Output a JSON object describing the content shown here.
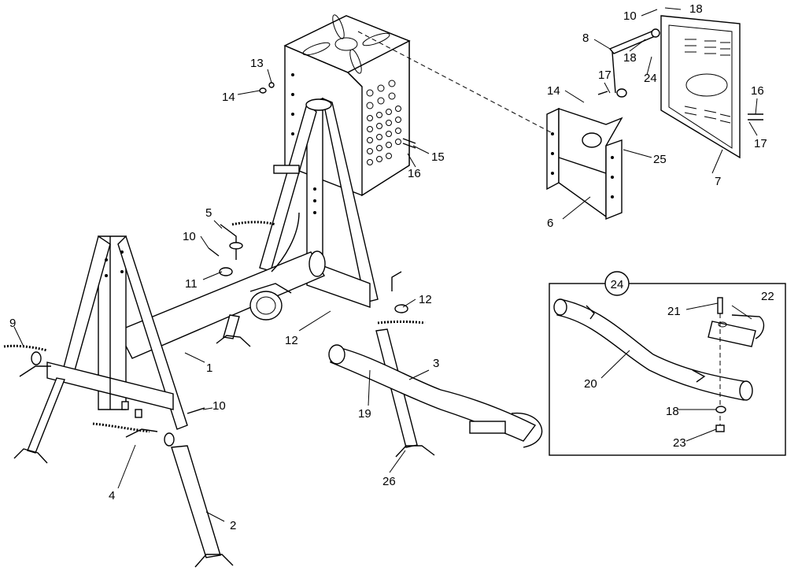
{
  "diagram": {
    "callouts": [
      {
        "id": "c1",
        "text": "1"
      },
      {
        "id": "c2",
        "text": "2"
      },
      {
        "id": "c3",
        "text": "3"
      },
      {
        "id": "c4",
        "text": "4"
      },
      {
        "id": "c5",
        "text": "5"
      },
      {
        "id": "c6",
        "text": "6"
      },
      {
        "id": "c7",
        "text": "7"
      },
      {
        "id": "c8",
        "text": "8"
      },
      {
        "id": "c9",
        "text": "9"
      },
      {
        "id": "c10a",
        "text": "10"
      },
      {
        "id": "c10b",
        "text": "10"
      },
      {
        "id": "c10c",
        "text": "10"
      },
      {
        "id": "c11",
        "text": "11"
      },
      {
        "id": "c12a",
        "text": "12"
      },
      {
        "id": "c12b",
        "text": "12"
      },
      {
        "id": "c13",
        "text": "13"
      },
      {
        "id": "c14a",
        "text": "14"
      },
      {
        "id": "c14b",
        "text": "14"
      },
      {
        "id": "c15",
        "text": "15"
      },
      {
        "id": "c16a",
        "text": "16"
      },
      {
        "id": "c16b",
        "text": "16"
      },
      {
        "id": "c17a",
        "text": "17"
      },
      {
        "id": "c17b",
        "text": "17"
      },
      {
        "id": "c18a",
        "text": "18"
      },
      {
        "id": "c18b",
        "text": "18"
      },
      {
        "id": "c18c",
        "text": "18"
      },
      {
        "id": "c19",
        "text": "19"
      },
      {
        "id": "c20",
        "text": "20"
      },
      {
        "id": "c21",
        "text": "21"
      },
      {
        "id": "c22",
        "text": "22"
      },
      {
        "id": "c23",
        "text": "23"
      },
      {
        "id": "c24",
        "text": "24"
      },
      {
        "id": "c25",
        "text": "25"
      },
      {
        "id": "c26",
        "text": "26"
      }
    ],
    "detail_badge": "24"
  }
}
